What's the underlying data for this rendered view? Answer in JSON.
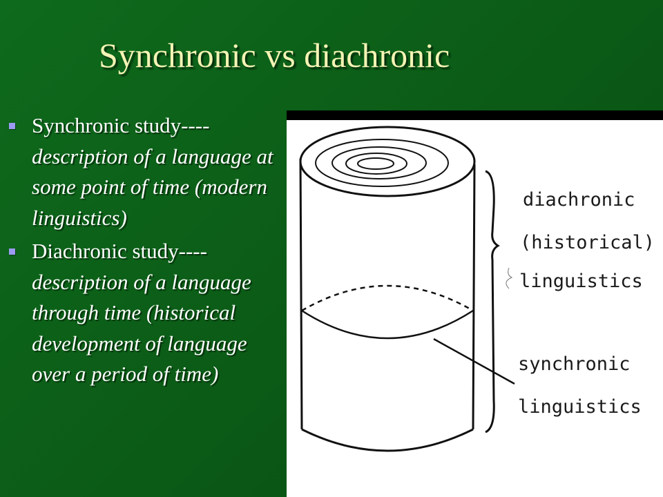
{
  "slide": {
    "title": "Synchronic vs diachronic",
    "colors": {
      "background": "#0b5a16",
      "title": "#f4f4b4",
      "bullet_marker": "#9b9bf2"
    },
    "bullets": [
      {
        "lead": "Synchronic study----",
        "description": "description of a language at some point of time (modern linguistics)"
      },
      {
        "lead": "Diachronic study----",
        "description": "description of a language through time (historical development of language over a period of time)"
      }
    ]
  },
  "figure": {
    "labels": {
      "diachronic_line1": "diachronic",
      "diachronic_line2": "(historical)",
      "diachronic_line3": "linguistics",
      "synchronic_line1": "synchronic",
      "synchronic_line2": "linguistics"
    }
  }
}
